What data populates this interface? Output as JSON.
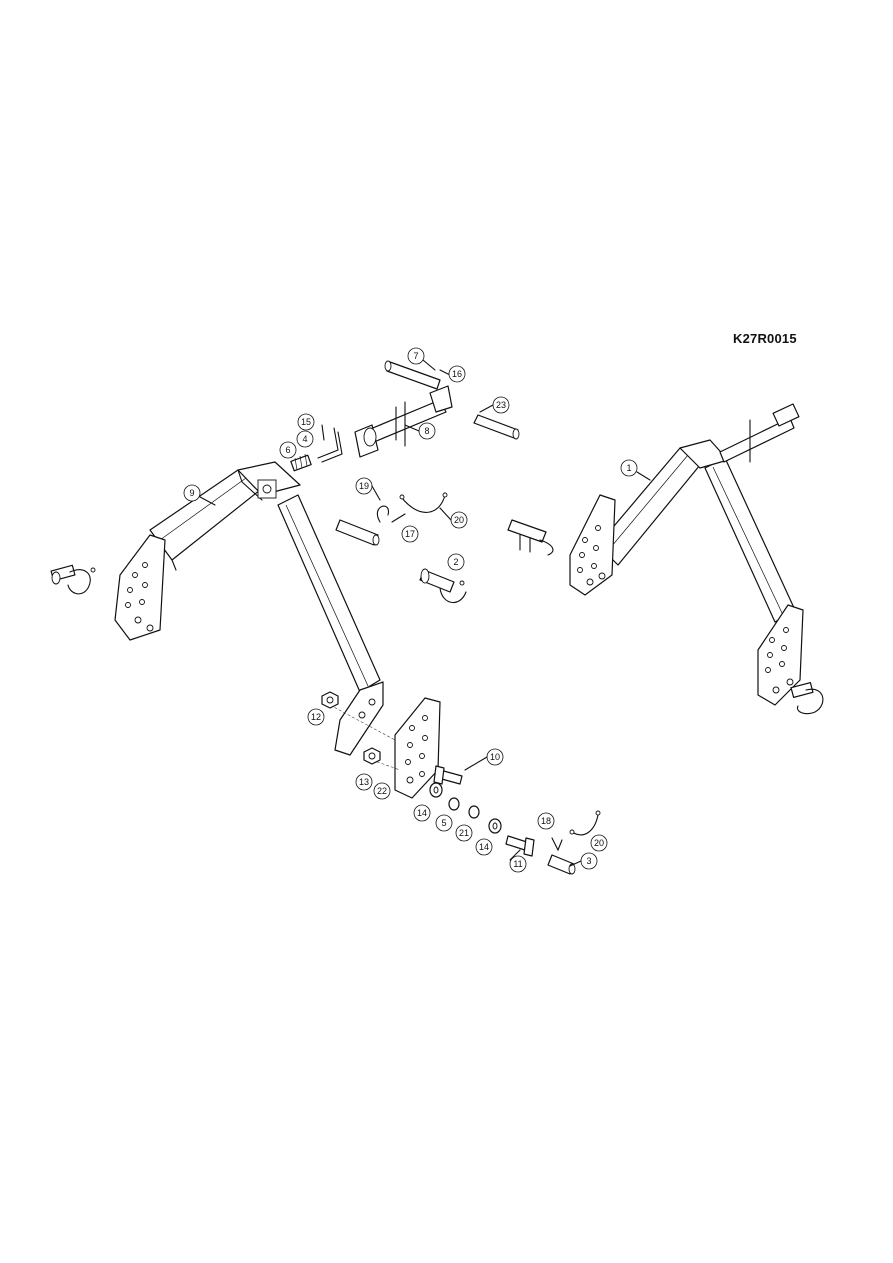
{
  "drawing_ref": "K27R0015",
  "callouts": [
    "1",
    "2",
    "3",
    "4",
    "5",
    "6",
    "7",
    "8",
    "9",
    "10",
    "11",
    "12",
    "13",
    "14",
    "14",
    "15",
    "16",
    "17",
    "18",
    "19",
    "20",
    "20",
    "21",
    "22",
    "23"
  ]
}
